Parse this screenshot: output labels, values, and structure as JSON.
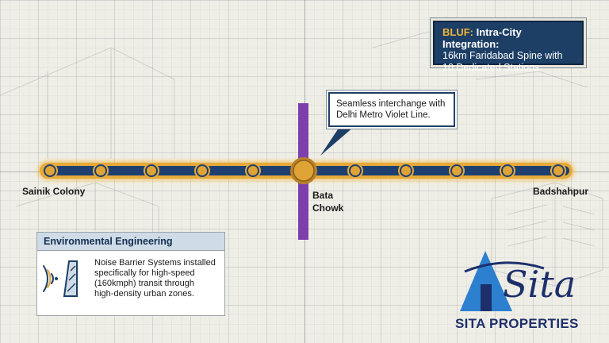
{
  "bluf": {
    "keyword": "BLUF:",
    "heading": "Intra-City Integration:",
    "line2": "16km Faridabad Spine with",
    "line3": "10 Dedicated Stations."
  },
  "callout": {
    "line1": "Seamless interchange with",
    "line2": "Delhi Metro Violet Line."
  },
  "stations": {
    "west_terminus": "Sainik Colony",
    "interchange_line1": "Bata",
    "interchange_line2": "Chowk",
    "east_terminus": "Badshahpur"
  },
  "environment": {
    "title": "Environmental Engineering",
    "line1": "Noise Barrier Systems installed",
    "line2": "specifically for high-speed",
    "line3": "(160kmph) transit through",
    "line4": "high-density urban zones."
  },
  "brand": {
    "logo_text": "Sita",
    "name": "SITA PROPERTIES"
  },
  "colors": {
    "line_blue": "#1e4070",
    "glow": "#f2b63a",
    "station_gold": "#e0a436",
    "violet": "#7d3fae",
    "brand_navy": "#1d2f6b",
    "brand_blue": "#2d7fd0"
  }
}
